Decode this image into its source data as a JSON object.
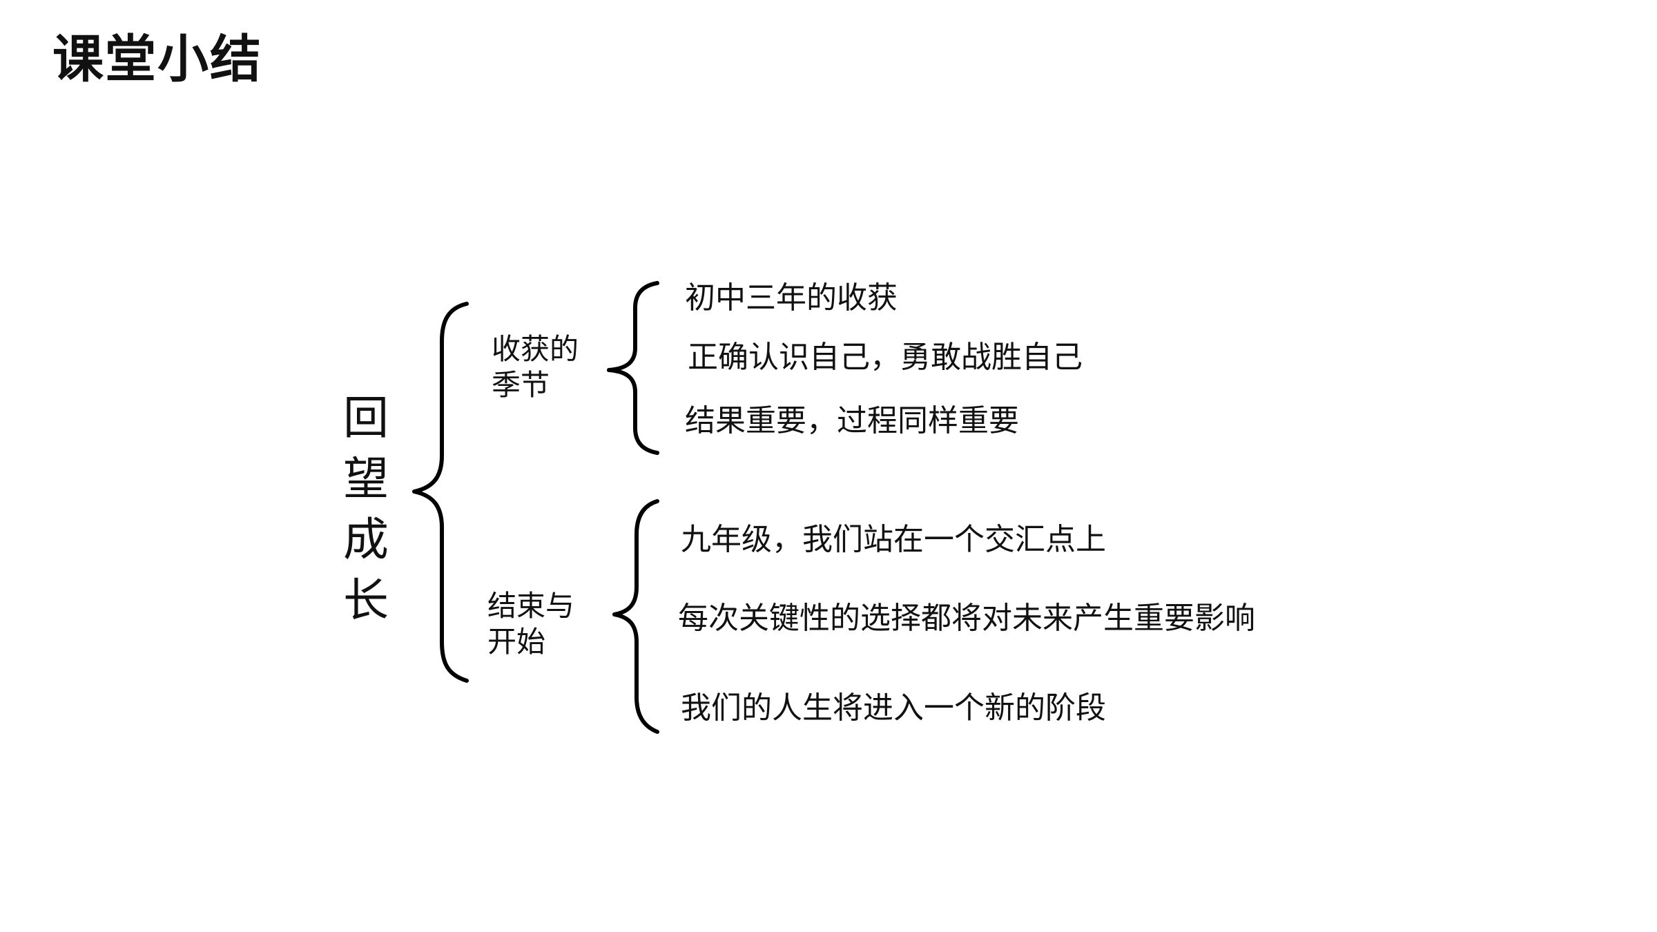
{
  "slide": {
    "title": "课堂小结"
  },
  "diagram": {
    "root": [
      "回",
      "望",
      "成",
      "长"
    ],
    "branches": [
      {
        "label_lines": [
          "收获的",
          "季节"
        ],
        "items": [
          "初中三年的收获",
          "正确认识自己，勇敢战胜自己",
          "结果重要，过程同样重要"
        ]
      },
      {
        "label_lines": [
          "结束与",
          "开始"
        ],
        "items": [
          "九年级，我们站在一个交汇点上",
          "每次关键性的选择都将对未来产生重要影响",
          "我们的人生将进入一个新的阶段"
        ]
      }
    ]
  }
}
